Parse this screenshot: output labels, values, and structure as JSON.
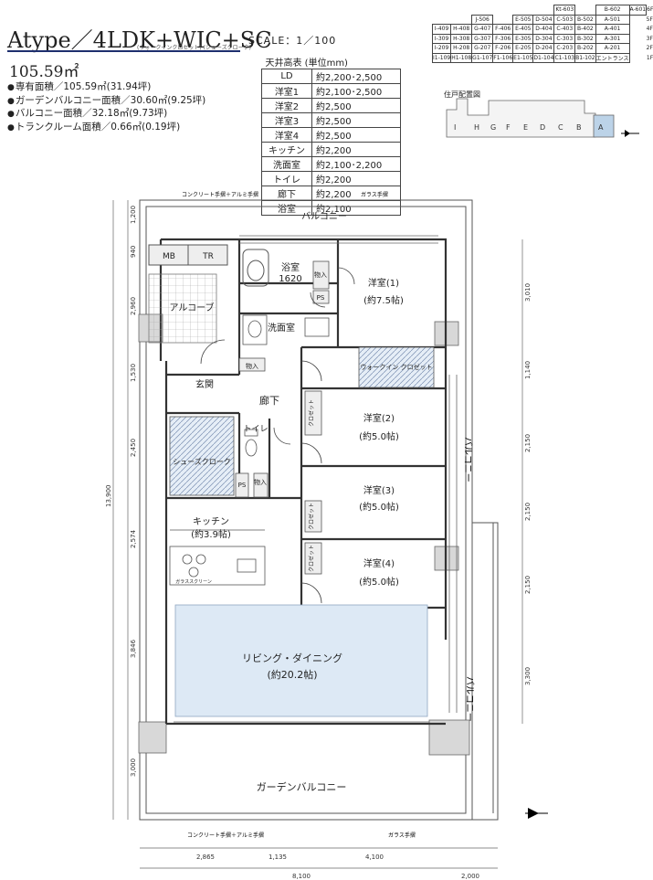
{
  "header": {
    "type_title": "Atype／4LDK+WIC+SC",
    "subtitle": "(ウォークインクロゼット) (シューズクローク)",
    "scale": "SCALE：1／100",
    "total_area": "105.59㎡"
  },
  "areas": [
    "専有面積／105.59㎡(31.94坪)",
    "ガーデンバルコニー面積／30.60㎡(9.25坪)",
    "バルコニー面積／32.18㎡(9.73坪)",
    "トランクルーム面積／0.66㎡(0.19坪)"
  ],
  "ceiling_table": {
    "title": "天井高表 (単位mm)",
    "rows": [
      {
        "room": "LD",
        "height": "約2,200･2,500"
      },
      {
        "room": "洋室1",
        "height": "約2,100･2,500"
      },
      {
        "room": "洋室2",
        "height": "約2,500"
      },
      {
        "room": "洋室3",
        "height": "約2,500"
      },
      {
        "room": "洋室4",
        "height": "約2,500"
      },
      {
        "room": "キッチン",
        "height": "約2,200"
      },
      {
        "room": "洗面室",
        "height": "約2,100･2,200"
      },
      {
        "room": "トイレ",
        "height": "約2,200"
      },
      {
        "room": "廊下",
        "height": "約2,200"
      },
      {
        "room": "浴室",
        "height": "約2,100"
      }
    ]
  },
  "unit_table": {
    "rows": [
      {
        "floor": "6F",
        "cells": [
          "",
          "",
          "",
          "",
          "",
          "",
          "Kt-603",
          "",
          "B-602",
          "A-601"
        ]
      },
      {
        "floor": "5F",
        "cells": [
          "",
          "",
          "J-506",
          "",
          "E-505",
          "D-504",
          "C-503",
          "B-502",
          "A-501",
          ""
        ]
      },
      {
        "floor": "4F",
        "cells": [
          "I-409",
          "H-408",
          "G-407",
          "F-406",
          "E-405",
          "D-404",
          "C-403",
          "B-402",
          "A-401",
          ""
        ]
      },
      {
        "floor": "3F",
        "cells": [
          "I-309",
          "H-308",
          "G-307",
          "F-306",
          "E-305",
          "D-304",
          "C-303",
          "B-302",
          "A-301",
          ""
        ]
      },
      {
        "floor": "2F",
        "cells": [
          "I-209",
          "H-208",
          "G-207",
          "F-206",
          "E-205",
          "D-204",
          "C-203",
          "B-202",
          "A-201",
          ""
        ]
      },
      {
        "floor": "1F",
        "cells": [
          "I1-109",
          "H1-108",
          "G1-107",
          "F1-106",
          "E1-105",
          "D1-104",
          "C1-103",
          "B1-102",
          "エントランス",
          ""
        ]
      }
    ]
  },
  "key_map": {
    "title": "住戸配置図",
    "letters": [
      "I",
      "H",
      "G",
      "F",
      "E",
      "D",
      "C",
      "B",
      "A"
    ]
  },
  "rooms": {
    "balcony_top": "バルコニー",
    "balcony_right_1": "バルコニー",
    "balcony_right_2": "バルコニー",
    "garden_balcony": "ガーデンバルコニー",
    "mb": "MB",
    "tr": "TR",
    "alcove": "アルコーブ",
    "bath": "浴室",
    "bath_size": "1620",
    "washroom": "洗面室",
    "entrance": "玄関",
    "corridor": "廊下",
    "toilet": "トイレ",
    "shoes_closet": "シューズクローク",
    "storage_1": "物入",
    "storage_2": "物入",
    "storage_3": "物入",
    "ps_1": "PS",
    "ps_2": "PS",
    "wic": "ウォークイン クロゼット",
    "closet_1": "クロゼット",
    "closet_2": "クロゼット",
    "closet_3": "クロゼット",
    "room1": "洋室(1)",
    "room1_size": "(約7.5帖)",
    "room2": "洋室(2)",
    "room2_size": "(約5.0帖)",
    "room3": "洋室(3)",
    "room3_size": "(約5.0帖)",
    "room4": "洋室(4)",
    "room4_size": "(約5.0帖)",
    "kitchen": "キッチン",
    "kitchen_size": "(約3.9帖)",
    "living": "リビング・ダイニング",
    "living_size": "(約20.2帖)",
    "glass_screen": "ガラススクリーン"
  },
  "annotations": {
    "railing_top_left": "コンクリート手摺＋アルミ手摺",
    "railing_top_right": "ガラス手摺",
    "railing_bottom_left": "コンクリート手摺＋アルミ手摺",
    "railing_bottom_right": "ガラス手摺"
  },
  "dimensions": {
    "left": [
      "1,200",
      "940",
      "2,960",
      "1,530",
      "2,450",
      "2,574",
      "3,846",
      "3,000"
    ],
    "left_total": "13,900",
    "right": [
      "3,010",
      "1,140",
      "2,150",
      "2,150",
      "2,150",
      "3,300"
    ],
    "bottom": [
      "2,865",
      "1,135",
      "4,100"
    ],
    "bottom_total": "8,100",
    "bottom_right": "2,000"
  }
}
